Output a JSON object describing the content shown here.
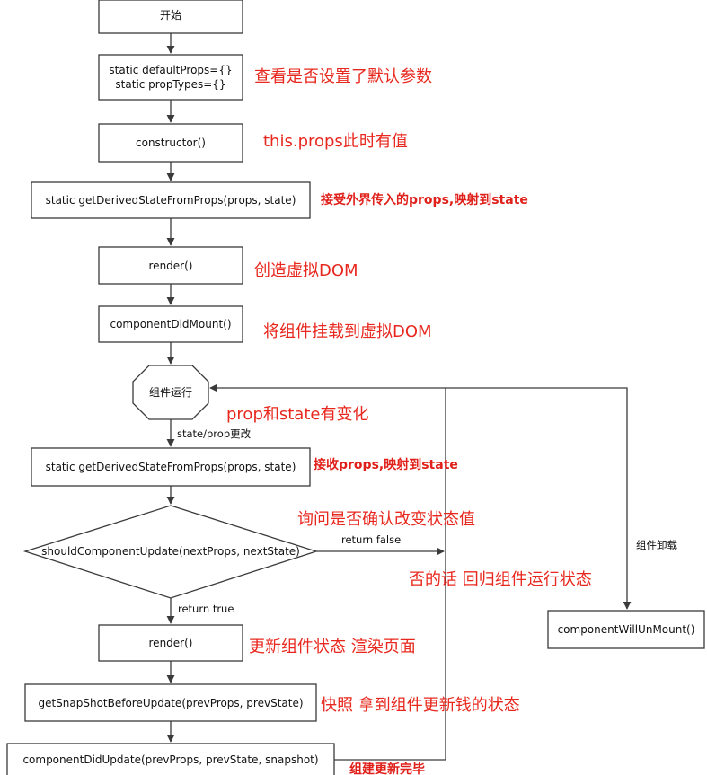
{
  "nodes": {
    "start": "开始",
    "default_props_1": "static defaultProps={}",
    "default_props_2": "static propTypes={}",
    "constructor": "constructor()",
    "gdsfp_mount": "static getDerivedStateFromProps(props, state)",
    "render_mount": "render()",
    "did_mount": "componentDidMount()",
    "running": "组件运行",
    "gdsfp_update": "static getDerivedStateFromProps(props, state)",
    "should_update": "shouldComponentUpdate(nextProps, nextState)",
    "render_update": "render()",
    "snapshot": "getSnapShotBeforeUpdate(prevProps, prevState)",
    "did_update": "componentDidUpdate(prevProps, prevState, snapshot)",
    "will_unmount": "componentWillUnMount()"
  },
  "edge_labels": {
    "state_prop_change": "state/prop更改",
    "return_false": "return false",
    "return_true": "return true",
    "unmount": "组件卸载"
  },
  "annotations": {
    "default_props": "查看是否设置了默认参数",
    "constructor": "this.props此时有值",
    "gdsfp_mount": "接受外界传入的props,映射到state",
    "render_mount": "创造虚拟DOM",
    "did_mount": "将组件挂载到虚拟DOM",
    "prop_state_change": "prop和state有变化",
    "gdsfp_update": "接收props,映射到state",
    "ask_change": "询问是否确认改变状态值",
    "return_running": "否的话 回归组件运行状态",
    "render_update": "更新组件状态 渲染页面",
    "snapshot": "快照 拿到组件更新钱的状态",
    "done": "组建更新完毕"
  }
}
